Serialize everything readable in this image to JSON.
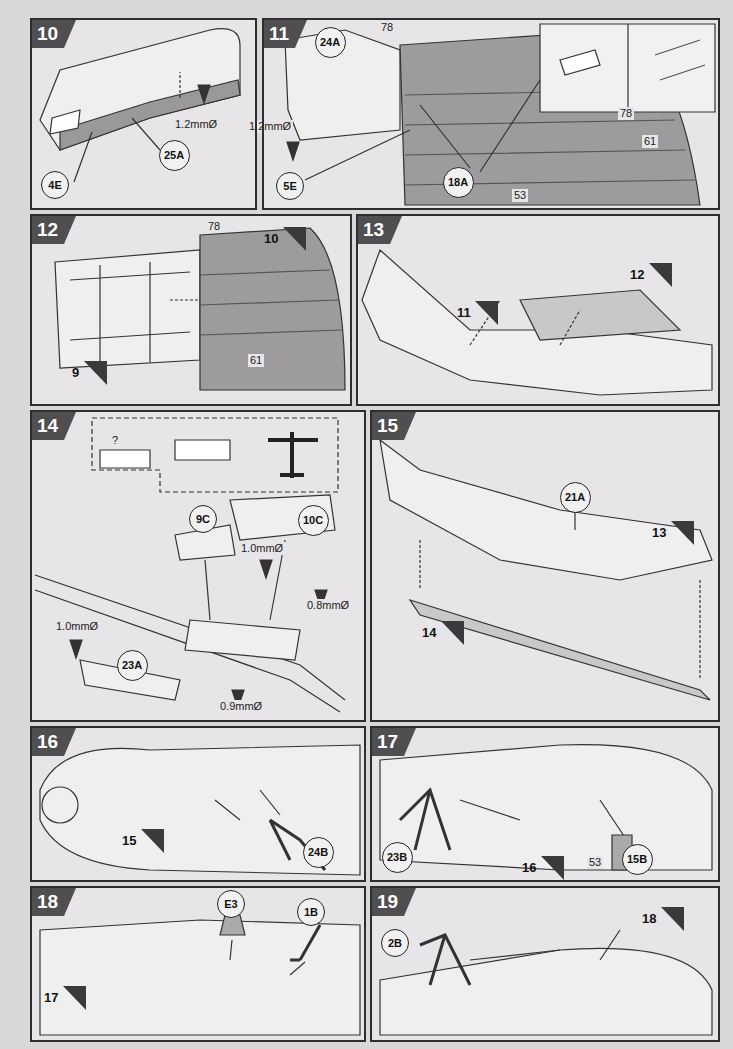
{
  "diagram": {
    "nodes": [
      {
        "text": [
          "10"
        ]
      },
      {
        "text": [
          "25A"
        ],
        "in": 0
      },
      {
        "text": [
          "4E"
        ],
        "in": 0
      },
      {
        "text": [
          "11"
        ]
      },
      {
        "text": [
          "24A"
        ],
        "in": 3
      },
      {
        "text": [
          "5E"
        ],
        "in": 3
      },
      {
        "text": [
          "18A"
        ],
        "in": 3
      },
      {
        "text": [
          "12"
        ]
      },
      {
        "text": [
          "10"
        ],
        "in": 7
      },
      {
        "text": [
          "9"
        ],
        "in": 7
      },
      {
        "text": [
          "13"
        ]
      },
      {
        "text": [
          "12"
        ],
        "in": 10
      },
      {
        "text": [
          "11"
        ],
        "in": 10
      },
      {
        "text": [
          "14"
        ]
      },
      {
        "text": [
          "9C"
        ],
        "in": 13
      },
      {
        "text": [
          "10C"
        ],
        "in": 13
      },
      {
        "text": [
          "23A"
        ],
        "in": 13
      },
      {
        "text": [
          "15"
        ]
      },
      {
        "text": [
          "21A"
        ],
        "in": 17
      },
      {
        "text": [
          "13"
        ],
        "in": 17
      },
      {
        "text": [
          "14"
        ],
        "in": 17
      },
      {
        "text": [
          "16"
        ]
      },
      {
        "text": [
          "24B"
        ],
        "in": 21
      },
      {
        "text": [
          "15"
        ],
        "in": 21
      },
      {
        "text": [
          "17"
        ]
      },
      {
        "text": [
          "23B"
        ],
        "in": 24
      },
      {
        "text": [
          "16"
        ],
        "in": 24
      },
      {
        "text": [
          "15B"
        ],
        "in": 24
      },
      {
        "text": [
          "18"
        ]
      },
      {
        "text": [
          "E3"
        ],
        "in": 28
      },
      {
        "text": [
          "1B"
        ],
        "in": 28
      },
      {
        "text": [
          "17"
        ],
        "in": 28
      },
      {
        "text": [
          "19"
        ]
      },
      {
        "text": [
          "2B"
        ],
        "in": 32
      },
      {
        "text": [
          "18"
        ],
        "in": 32
      }
    ],
    "labels": [
      "1.2mmØ",
      "78",
      "1.2mmØ",
      "53",
      "78",
      "61",
      "78",
      "61",
      "?",
      "1.0mmØ",
      "0.8mmØ",
      "1.0mmØ",
      "0.9mmØ",
      "53"
    ]
  }
}
